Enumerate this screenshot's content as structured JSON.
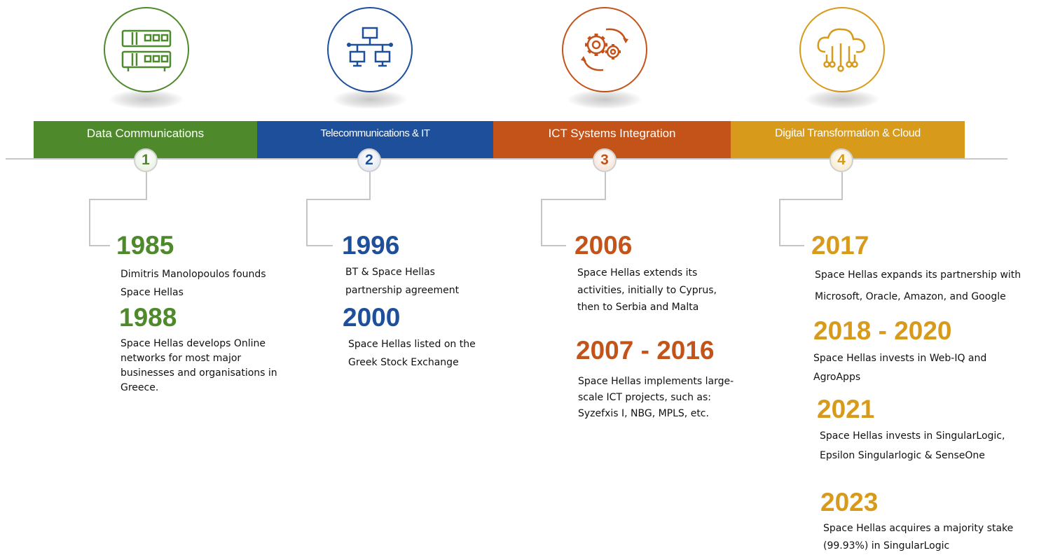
{
  "colors": {
    "green": "#4e8a2b",
    "blue": "#1e4f9b",
    "orange": "#c4531a",
    "gold": "#d89a1a"
  },
  "phases": [
    {
      "number": "1",
      "label": "Data Communications",
      "icon": "server-rack-icon"
    },
    {
      "number": "2",
      "label": "Telecommunications & IT",
      "icon": "network-icon"
    },
    {
      "number": "3",
      "label": "ICT Systems Integration",
      "icon": "gears-cycle-icon"
    },
    {
      "number": "4",
      "label": "Digital Transformation & Cloud",
      "icon": "cloud-circuit-icon"
    }
  ],
  "milestones": {
    "m1985": {
      "year": "1985",
      "text": "Dimitris Manolopoulos founds Space Hellas"
    },
    "m1988": {
      "year": "1988",
      "text": "Space Hellas develops Online networks for most major businesses and organisations in Greece."
    },
    "m1996": {
      "year": "1996",
      "text": "BT & Space Hellas partnership agreement"
    },
    "m2000": {
      "year": "2000",
      "text": "Space Hellas listed on the Greek Stock Exchange"
    },
    "m2006": {
      "year": "2006",
      "text": "Space Hellas extends its activities, initially to Cyprus, then to Serbia and Malta"
    },
    "m2007": {
      "year": "2007 - 2016",
      "text": "Space Hellas implements large-scale ICT projects, such as: Syzefxis I, NBG, MPLS, etc."
    },
    "m2017": {
      "year": "2017",
      "text": "Space Hellas expands its partnership with Microsoft, Oracle, Amazon, and Google"
    },
    "m2018": {
      "year": "2018 - 2020",
      "text": "Space Hellas invests in Web-IQ and AgroApps"
    },
    "m2021": {
      "year": "2021",
      "text": "Space Hellas invests in SingularLogic, Epsilon Singularlogic & SenseOne"
    },
    "m2023": {
      "year": "2023",
      "text": "Space Hellas acquires a majority stake (99.93%) in SingularLogic"
    }
  }
}
